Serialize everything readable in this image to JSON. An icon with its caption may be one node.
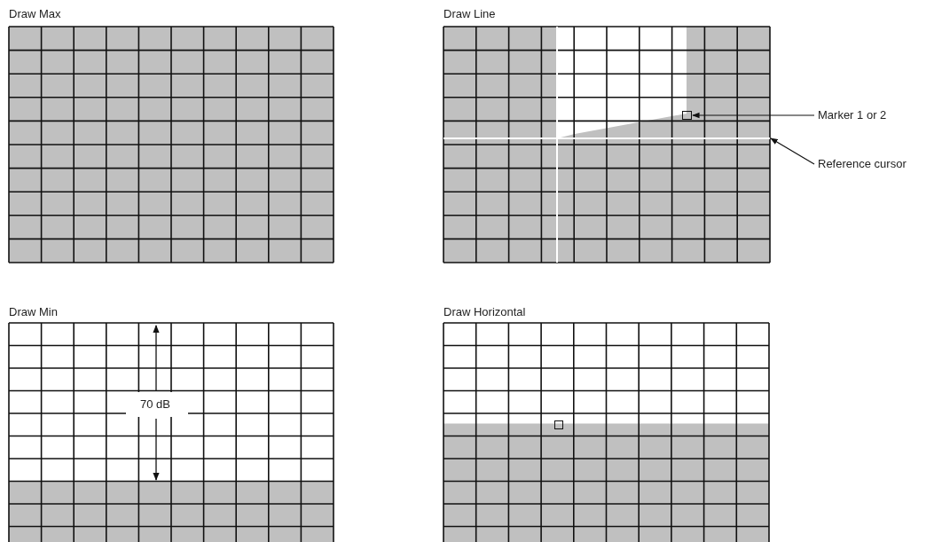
{
  "diagram": {
    "nodes": [
      {
        "text": [],
        "shape": "box"
      },
      {
        "text": [
          "Marker 1 or 2"
        ]
      },
      {
        "text": [],
        "shape": "line"
      },
      {
        "text": [
          "Reference cursor"
        ]
      },
      {
        "text": [],
        "shape": "box"
      }
    ],
    "edges": [
      {
        "from": 1,
        "to": 0,
        "arrow": "to"
      },
      {
        "from": 3,
        "to": 2,
        "arrow": "to"
      }
    ],
    "labels": [
      "Draw Max",
      "Draw Line",
      "Draw Min",
      "Draw Horizontal",
      "70 dB"
    ]
  }
}
